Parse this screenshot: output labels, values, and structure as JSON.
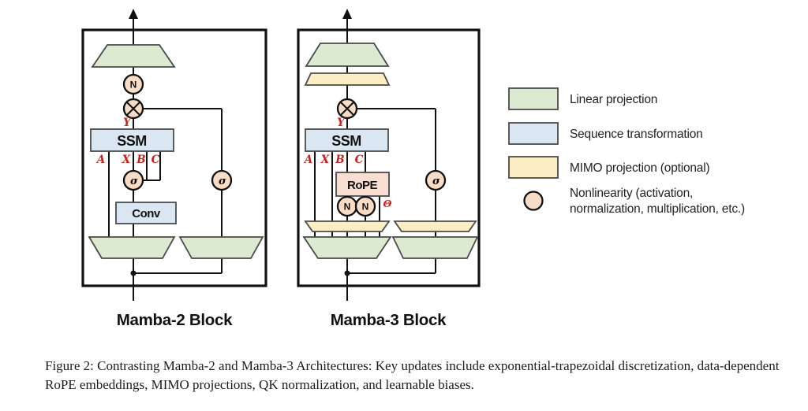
{
  "figure": {
    "blocks": {
      "mamba2": {
        "title": "Mamba-2 Block",
        "ssm": "SSM",
        "conv": "Conv"
      },
      "mamba3": {
        "title": "Mamba-3 Block",
        "ssm": "SSM",
        "rope": "RoPE"
      }
    },
    "symbols": {
      "a": "A",
      "x": "X",
      "b": "B",
      "c": "C",
      "y": "Y",
      "n": "N",
      "sigma": "σ",
      "theta": "Θ"
    },
    "legend": {
      "linear": "Linear projection",
      "sequence": "Sequence transformation",
      "mimo": "MIMO projection (optional)",
      "nonlinearity_line1": "Nonlinearity (activation,",
      "nonlinearity_line2": "normalization, multiplication, etc.)"
    },
    "colors": {
      "linear_projection": "#dcead2",
      "sequence_transformation": "#dae7f3",
      "mimo_projection": "#fceec4",
      "nonlinearity": "#f8dcc6",
      "rope": "#f8ddd1",
      "annotation": "#c8201d"
    },
    "caption": "Figure 2: Contrasting Mamba-2 and Mamba-3 Architectures: Key updates include exponential-trapezoidal discretization, data-dependent RoPE embeddings, MIMO projections, QK normalization, and learnable biases."
  }
}
